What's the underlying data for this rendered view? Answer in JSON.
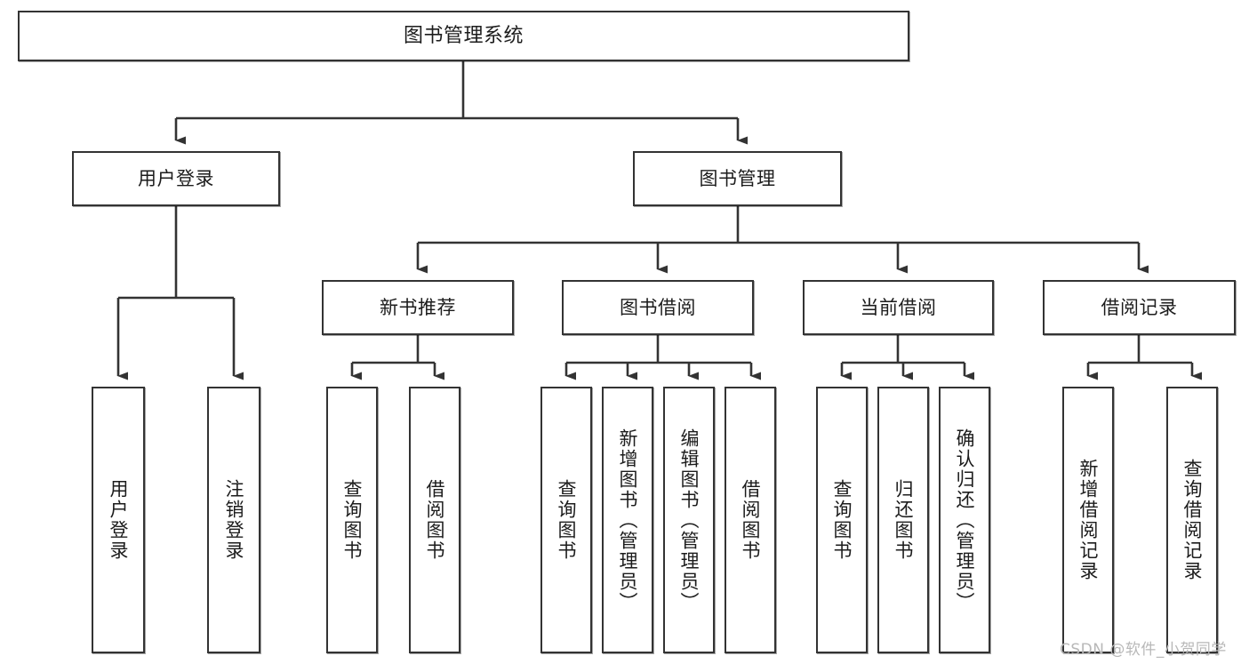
{
  "diagram": {
    "title": "图书管理系统",
    "type": "tree-hierarchy",
    "levels": 4,
    "colors": {
      "box_border": "#333333",
      "box_fill": "#ffffff",
      "connector": "#333333",
      "watermark": "#b8b8b8",
      "background": "#ffffff"
    }
  },
  "nodes": {
    "root": {
      "label": "图书管理系统"
    },
    "level2": [
      {
        "id": "user-login",
        "label": "用户登录"
      },
      {
        "id": "book-manage",
        "label": "图书管理"
      }
    ],
    "level3": [
      {
        "id": "new-book-recommend",
        "label": "新书推荐"
      },
      {
        "id": "book-borrow",
        "label": "图书借阅"
      },
      {
        "id": "current-borrow",
        "label": "当前借阅"
      },
      {
        "id": "borrow-record",
        "label": "借阅记录"
      }
    ],
    "leaves": [
      {
        "id": "leaf-user-login",
        "label": "用户登录",
        "parent": "user-login"
      },
      {
        "id": "leaf-user-logout",
        "label": "注销登录",
        "parent": "user-login"
      },
      {
        "id": "leaf-query-book-1",
        "label": "查询图书",
        "parent": "new-book-recommend"
      },
      {
        "id": "leaf-borrow-book-1",
        "label": "借阅图书",
        "parent": "new-book-recommend"
      },
      {
        "id": "leaf-query-book-2",
        "label": "查询图书",
        "parent": "book-borrow"
      },
      {
        "id": "leaf-add-book",
        "label": "新增图书（管理员）",
        "parent": "book-borrow"
      },
      {
        "id": "leaf-edit-book",
        "label": "编辑图书（管理员）",
        "parent": "book-borrow"
      },
      {
        "id": "leaf-borrow-book-2",
        "label": "借阅图书",
        "parent": "book-borrow"
      },
      {
        "id": "leaf-query-book-3",
        "label": "查询图书",
        "parent": "current-borrow"
      },
      {
        "id": "leaf-return-book",
        "label": "归还图书",
        "parent": "current-borrow"
      },
      {
        "id": "leaf-confirm-return",
        "label": "确认归还（管理员）",
        "parent": "current-borrow"
      },
      {
        "id": "leaf-add-record",
        "label": "新增借阅记录",
        "parent": "borrow-record"
      },
      {
        "id": "leaf-query-record",
        "label": "查询借阅记录",
        "parent": "borrow-record"
      }
    ]
  },
  "watermark": {
    "text": "CSDN @软件_小贺同学"
  }
}
